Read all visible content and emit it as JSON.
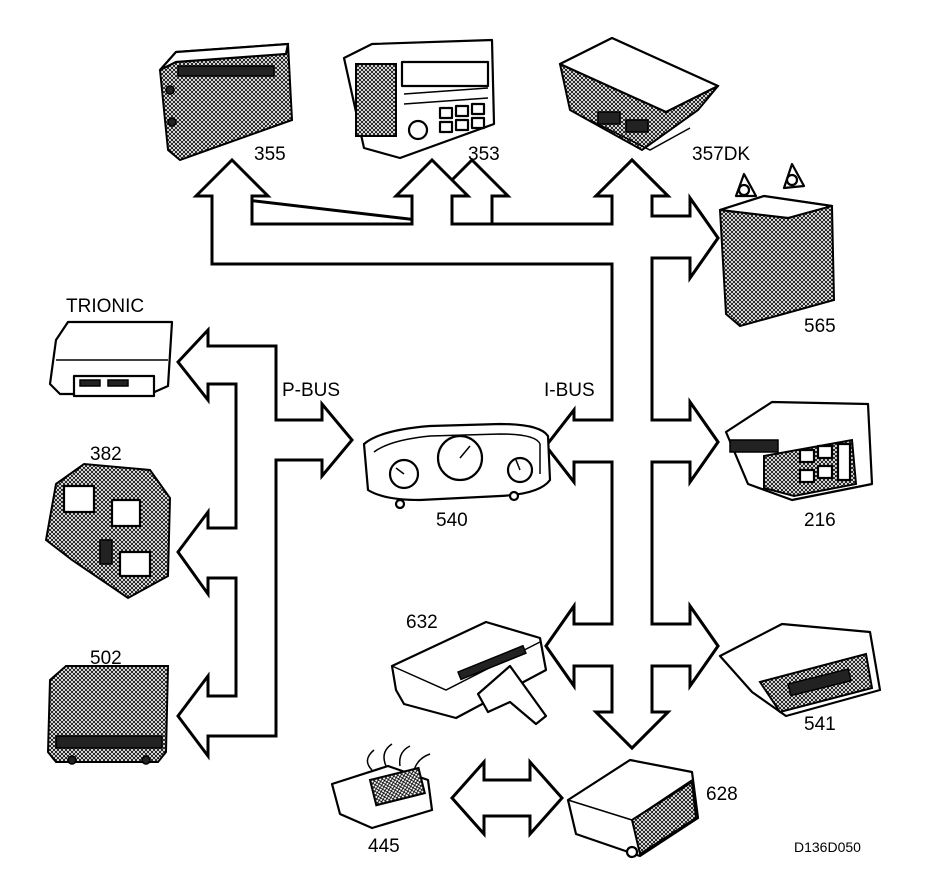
{
  "buses": {
    "p_bus": "P-BUS",
    "i_bus": "I-BUS"
  },
  "modules": {
    "m355": "355",
    "m353": "353",
    "m357dk": "357DK",
    "m565": "565",
    "trionic": "TRIONIC",
    "m382": "382",
    "m540": "540",
    "m216": "216",
    "m632": "632",
    "m541": "541",
    "m502": "502",
    "m628": "628",
    "m445": "445"
  },
  "figure_code": "D136D050"
}
